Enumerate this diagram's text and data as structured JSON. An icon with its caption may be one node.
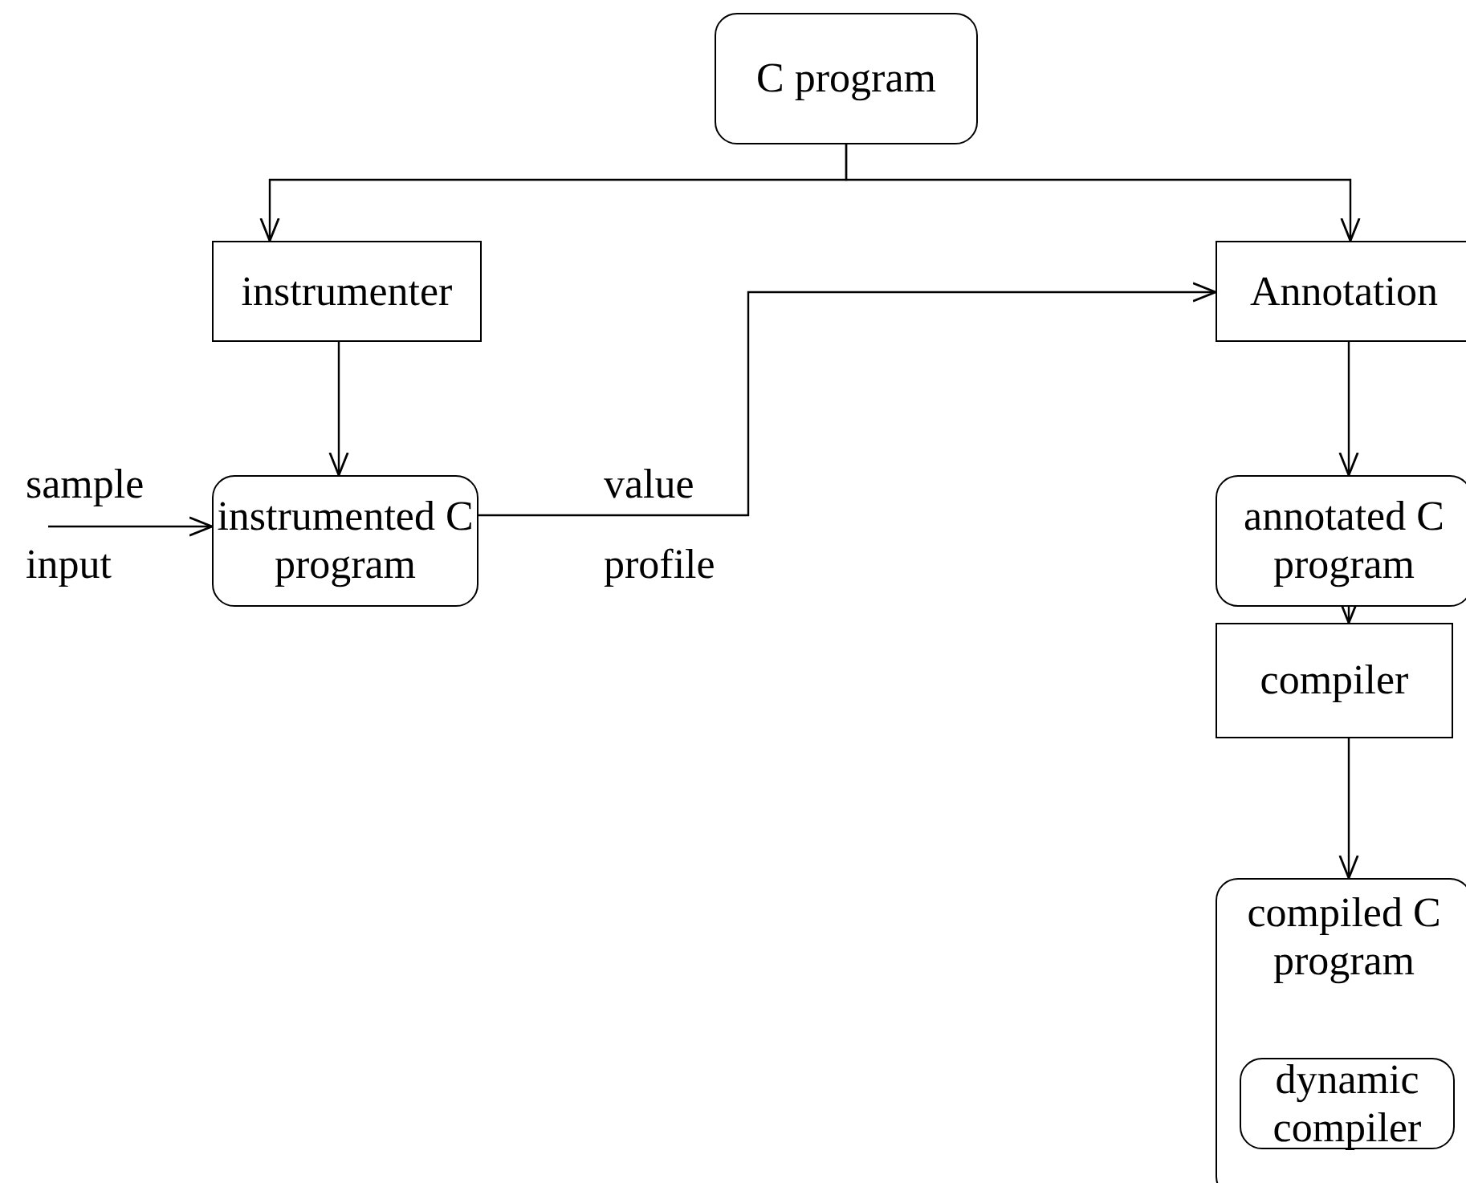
{
  "diagram": {
    "nodes": [
      {
        "text": [
          "C program"
        ]
      },
      {
        "text": [
          "instrumenter"
        ]
      },
      {
        "text": [
          "Annotation"
        ]
      },
      {
        "text": [
          "instrumented C program"
        ]
      },
      {
        "text": [
          "annotated C program"
        ]
      },
      {
        "text": [
          "compiler"
        ]
      },
      {
        "text": [
          "compiled C program"
        ]
      },
      {
        "text": [
          "dynamic compiler"
        ],
        "in": 6
      }
    ],
    "edges": [
      {
        "from": 0,
        "to": 1,
        "arrow": "to"
      },
      {
        "from": 0,
        "to": 2,
        "arrow": "to"
      },
      {
        "from": 1,
        "to": 3,
        "arrow": "to"
      },
      {
        "from": 3,
        "to": 2,
        "arrow": "to"
      },
      {
        "from": 2,
        "to": 4,
        "arrow": "to"
      },
      {
        "from": 4,
        "to": 5,
        "arrow": "to"
      },
      {
        "from": 5,
        "to": 6,
        "arrow": "to"
      },
      {
        "from": null,
        "to": 3,
        "arrow": "to"
      }
    ],
    "labels": [
      "sample",
      "input",
      "value",
      "profile"
    ]
  }
}
